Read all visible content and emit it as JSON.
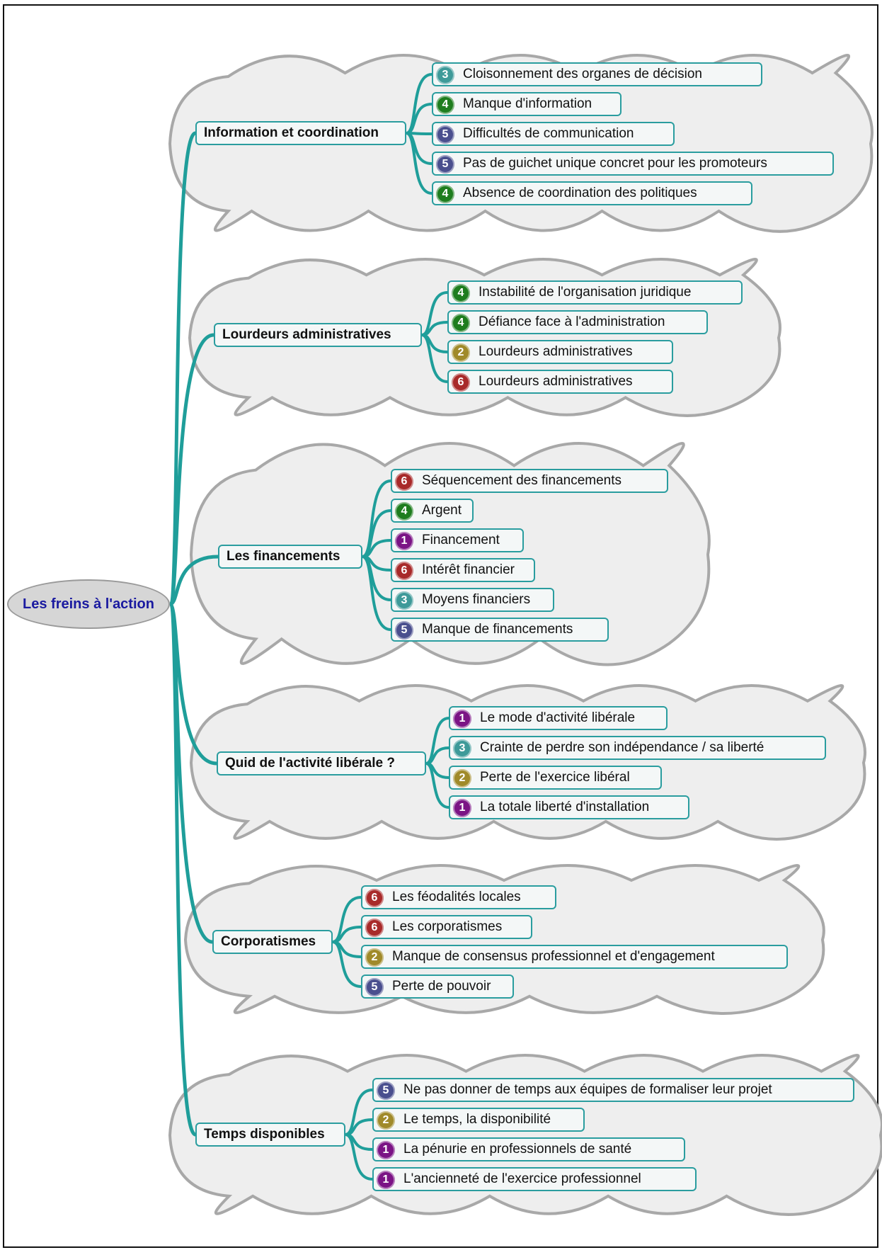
{
  "root": {
    "label": "Les freins à l'action"
  },
  "branches": [
    {
      "label": "Information et coordination",
      "items": [
        {
          "badge": "3",
          "text": "Cloisonnement des organes de décision"
        },
        {
          "badge": "4",
          "text": "Manque d'information"
        },
        {
          "badge": "5",
          "text": "Difficultés de communication"
        },
        {
          "badge": "5",
          "text": "Pas de guichet unique concret pour les promoteurs"
        },
        {
          "badge": "4",
          "text": "Absence de coordination des politiques"
        }
      ]
    },
    {
      "label": "Lourdeurs administratives",
      "items": [
        {
          "badge": "4",
          "text": "Instabilité de l'organisation juridique"
        },
        {
          "badge": "4",
          "text": "Défiance face à l'administration"
        },
        {
          "badge": "2",
          "text": "Lourdeurs administratives"
        },
        {
          "badge": "6",
          "text": "Lourdeurs administratives"
        }
      ]
    },
    {
      "label": "Les financements",
      "items": [
        {
          "badge": "6",
          "text": "Séquencement des financements"
        },
        {
          "badge": "4",
          "text": "Argent"
        },
        {
          "badge": "1",
          "text": "Financement"
        },
        {
          "badge": "6",
          "text": "Intérêt financier"
        },
        {
          "badge": "3",
          "text": "Moyens financiers"
        },
        {
          "badge": "5",
          "text": "Manque de financements"
        }
      ]
    },
    {
      "label": "Quid de l'activité libérale ?",
      "items": [
        {
          "badge": "1",
          "text": "Le mode d'activité libérale"
        },
        {
          "badge": "3",
          "text": "Crainte de perdre son indépendance / sa liberté"
        },
        {
          "badge": "2",
          "text": "Perte de l'exercice libéral"
        },
        {
          "badge": "1",
          "text": "La totale liberté d'installation"
        }
      ]
    },
    {
      "label": "Corporatismes",
      "items": [
        {
          "badge": "6",
          "text": "Les féodalités locales"
        },
        {
          "badge": "6",
          "text": "Les corporatismes"
        },
        {
          "badge": "2",
          "text": "Manque de consensus professionnel et d'engagement"
        },
        {
          "badge": "5",
          "text": "Perte de pouvoir"
        }
      ]
    },
    {
      "label": "Temps disponibles",
      "items": [
        {
          "badge": "5",
          "text": "Ne pas donner de temps aux équipes de formaliser leur projet"
        },
        {
          "badge": "2",
          "text": "Le temps, la disponibilité"
        },
        {
          "badge": "1",
          "text": "La pénurie en professionnels de santé"
        },
        {
          "badge": "1",
          "text": "L'ancienneté de l'exercice professionnel"
        }
      ]
    }
  ],
  "colors": {
    "connector": "#1f9e9a",
    "cloud_fill": "#eeeeee",
    "cloud_stroke": "#a8a8a8",
    "badge_1": "#7b1485",
    "badge_2": "#a08a2a",
    "badge_3": "#3e9a99",
    "badge_4": "#1e7d1e",
    "badge_5": "#4a4f8e",
    "badge_6": "#a82a2a"
  }
}
